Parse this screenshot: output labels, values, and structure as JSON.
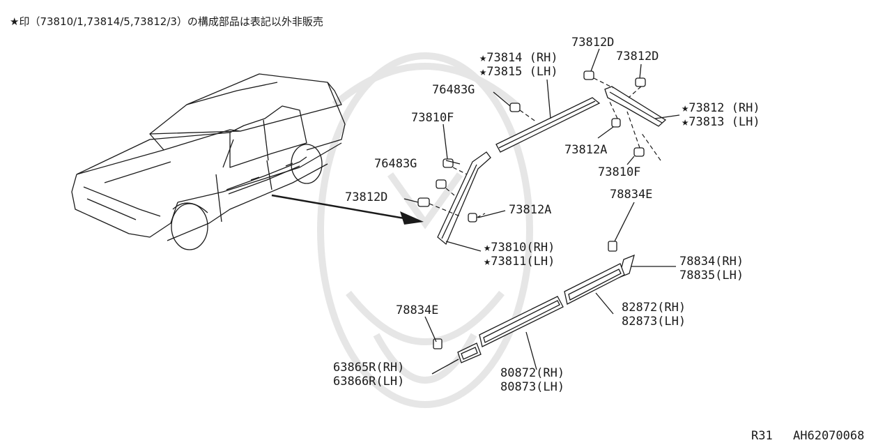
{
  "note": "★印（73810/1,73814/5,73812/3）の構成部品は表記以外非販売",
  "footer": {
    "page": "R31",
    "ref": "AH62070068"
  },
  "labels": {
    "l73812D_top": "73812D",
    "l73812D_right": "73812D",
    "l73814": "★73814 (RH)",
    "l73815": "★73815 (LH)",
    "l76483G_top": "76483G",
    "l73812_rh": "★73812 (RH)",
    "l73813_lh": "★73813 (LH)",
    "l73810F_left": "73810F",
    "l73812A_right": "73812A",
    "l76483G_mid": "76483G",
    "l73810F_right": "73810F",
    "l73812D_left": "73812D",
    "l73812A_mid": "73812A",
    "l78834E_top": "78834E",
    "l73810_rh": "★73810(RH)",
    "l73811_lh": "★73811(LH)",
    "l78834_rh": "78834(RH)",
    "l78835_lh": "78835(LH)",
    "l82872_rh": "82872(RH)",
    "l82873_lh": "82873(LH)",
    "l78834E_bot": "78834E",
    "l63865": "63865R(RH)",
    "l63866": "63866R(LH)",
    "l80872": "80872(RH)",
    "l80873": "80873(LH)"
  }
}
